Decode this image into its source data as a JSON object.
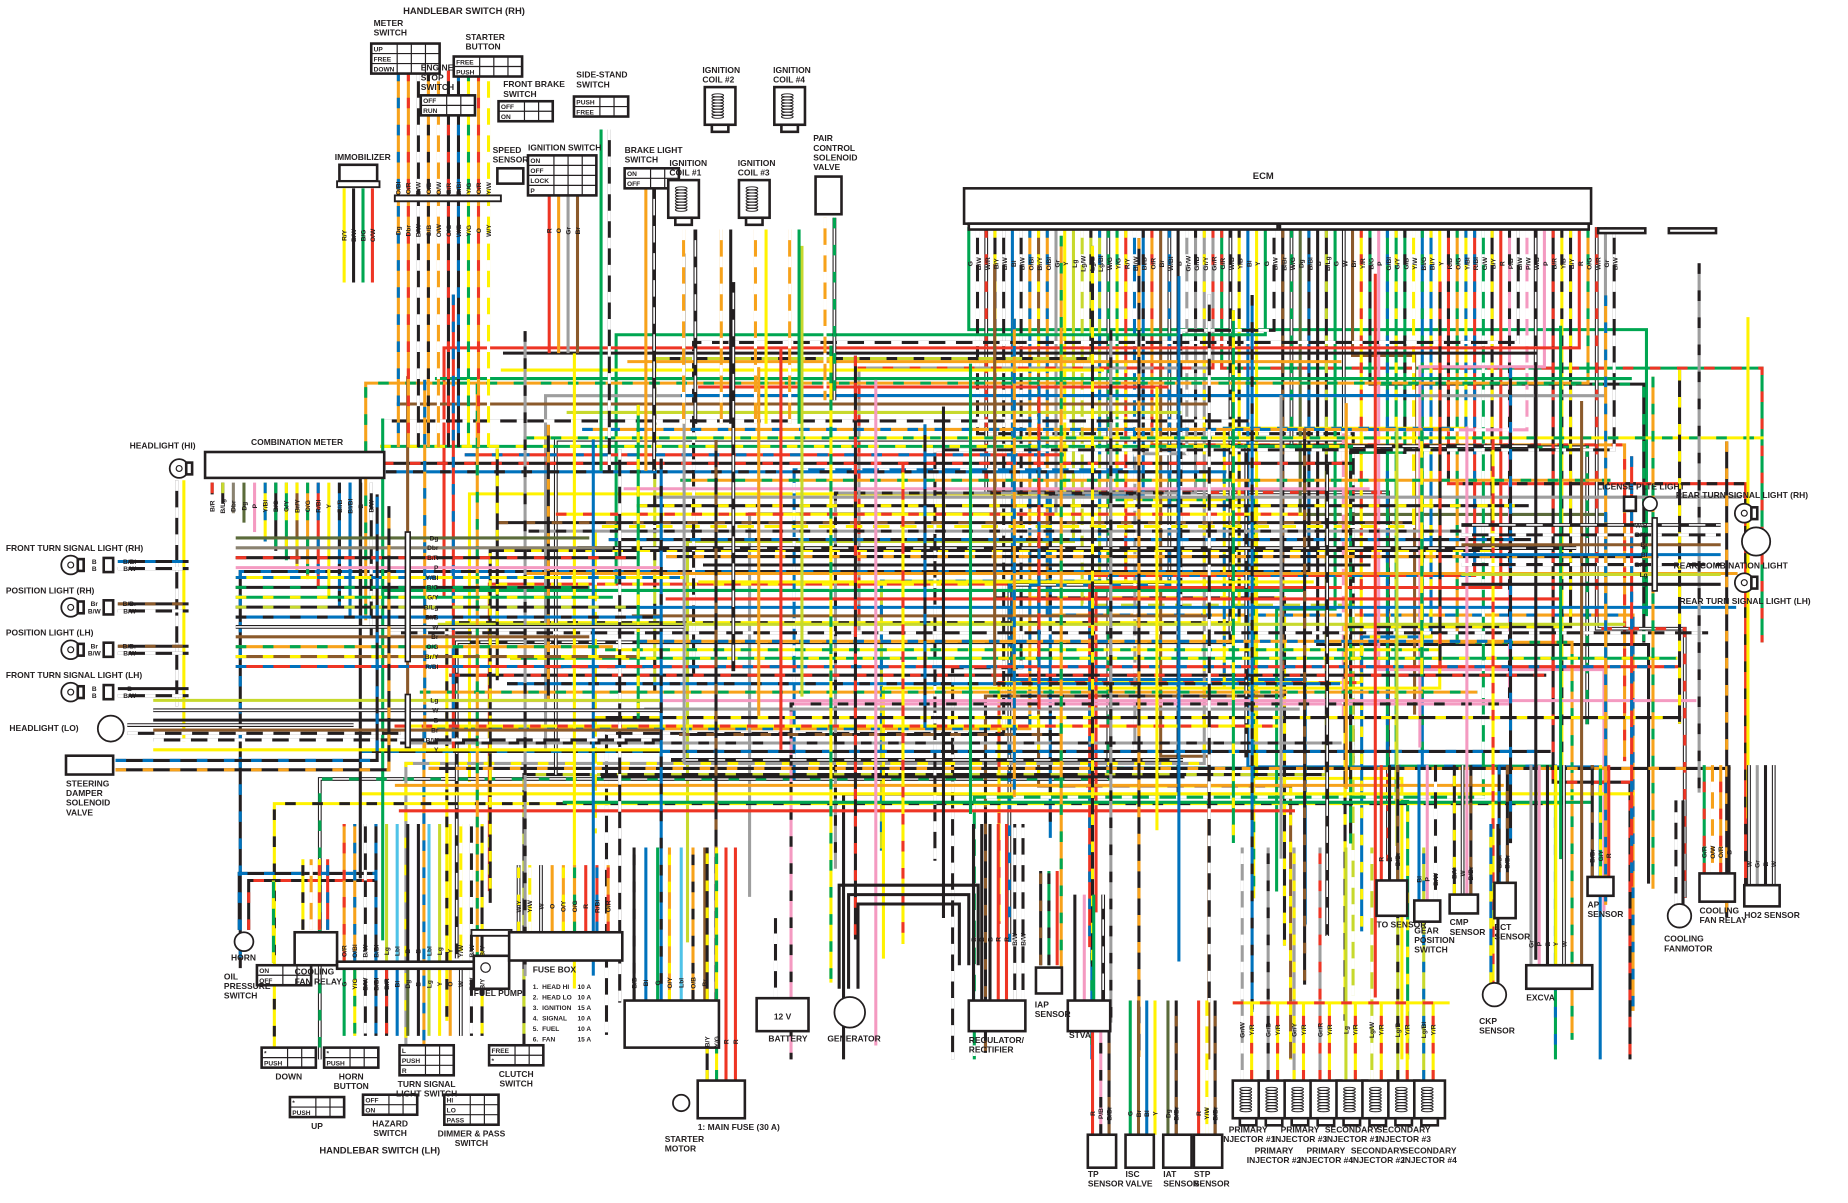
{
  "diagram": {
    "title": "Motorcycle Wiring Diagram",
    "wire_colors": {
      "B": "#231f20",
      "W": "#ffffff",
      "R": "#ee3524",
      "Y": "#fff200",
      "G": "#00a651",
      "Bl": "#0072bc",
      "O": "#f7a21b",
      "Br": "#8b5a2b",
      "Gr": "#9e9e9e",
      "Lg": "#c7d92d",
      "Lbl": "#4fc3e8",
      "P": "#f49ac1",
      "Dg": "#5b6b3a",
      "Dbr": "#8a8270"
    },
    "components": [
      {
        "id": "hb-rh",
        "label": "HANDLEBAR SWITCH (RH)"
      },
      {
        "id": "meter-switch",
        "label": "METER SWITCH",
        "rows": [
          "UP",
          "FREE",
          "DOWN"
        ]
      },
      {
        "id": "starter-button",
        "label": "STARTER BUTTON",
        "rows": [
          "FREE",
          "PUSH"
        ]
      },
      {
        "id": "engine-stop",
        "label": "ENGINE STOP SWITCH",
        "rows": [
          "OFF",
          "RUN"
        ]
      },
      {
        "id": "front-brake",
        "label": "FRONT BRAKE SWITCH",
        "rows": [
          "OFF",
          "ON"
        ]
      },
      {
        "id": "immobilizer",
        "label": "IMMOBILIZER"
      },
      {
        "id": "speed-sensor",
        "label": "SPEED SENSOR"
      },
      {
        "id": "ignition-switch",
        "label": "IGNITION SWITCH",
        "rows": [
          "ON",
          "OFF",
          "LOCK",
          "P"
        ]
      },
      {
        "id": "side-stand",
        "label": "SIDE-STAND SWITCH",
        "rows": [
          "PUSH",
          "FREE"
        ]
      },
      {
        "id": "brake-light-switch",
        "label": "BRAKE LIGHT SWITCH",
        "rows": [
          "ON",
          "OFF"
        ]
      },
      {
        "id": "ign-coil-1",
        "label": "IGNITION COIL #1"
      },
      {
        "id": "ign-coil-2",
        "label": "IGNITION COIL #2"
      },
      {
        "id": "ign-coil-3",
        "label": "IGNITION COIL #3"
      },
      {
        "id": "ign-coil-4",
        "label": "IGNITION COIL #4"
      },
      {
        "id": "pair-valve",
        "label": "PAIR CONTROL SOLENOID VALVE"
      },
      {
        "id": "ecm",
        "label": "ECM"
      },
      {
        "id": "headlight-hi",
        "label": "HEADLIGHT (HI)"
      },
      {
        "id": "combination-meter",
        "label": "COMBINATION METER"
      },
      {
        "id": "front-turn-rh",
        "label": "FRONT TURN SIGNAL LIGHT (RH)"
      },
      {
        "id": "position-rh",
        "label": "POSITION LIGHT (RH)"
      },
      {
        "id": "position-lh",
        "label": "POSITION LIGHT (LH)"
      },
      {
        "id": "front-turn-lh",
        "label": "FRONT TURN SIGNAL LIGHT (LH)"
      },
      {
        "id": "headlight-lo",
        "label": "HEADLIGHT (LO)"
      },
      {
        "id": "steering-damper",
        "label": "STEERING DAMPER SOLENOID VALVE"
      },
      {
        "id": "license-light",
        "label": "LICENSE PLTE LIGHT"
      },
      {
        "id": "rear-turn-rh",
        "label": "REAR TURN SIGNAL LIGHT (RH)"
      },
      {
        "id": "rear-combination",
        "label": "REAR COMBINATION LIGHT"
      },
      {
        "id": "rear-turn-lh",
        "label": "REAR TURN SIGNAL LIGHT (LH)"
      },
      {
        "id": "horn",
        "label": "HORN"
      },
      {
        "id": "oil-pressure",
        "label": "OIL PRESSURE SWITCH",
        "rows": [
          "ON",
          "OFF"
        ]
      },
      {
        "id": "cooling-relay-l",
        "label": "COOLING FAN RELAY"
      },
      {
        "id": "fuel-pump",
        "label": "FUEL PUMP"
      },
      {
        "id": "fuse-box",
        "label": "FUSE BOX"
      },
      {
        "id": "down-sw",
        "label": "DOWN",
        "rows": [
          "*",
          "PUSH"
        ]
      },
      {
        "id": "up-sw",
        "label": "UP",
        "rows": [
          "*",
          "PUSH"
        ]
      },
      {
        "id": "horn-button",
        "label": "HORN BUTTON",
        "rows": [
          "*",
          "PUSH"
        ]
      },
      {
        "id": "hazard",
        "label": "HAZARD SWITCH",
        "rows": [
          "OFF",
          "ON"
        ]
      },
      {
        "id": "turn-signal-switch",
        "label": "TURN SIGNAL LIGHT SWITCH",
        "rows": [
          "L",
          "PUSH",
          "R"
        ]
      },
      {
        "id": "dimmer",
        "label": "DIMMER & PASS SWITCH",
        "rows": [
          "HI",
          "LO",
          "PASS"
        ]
      },
      {
        "id": "clutch",
        "label": "CLUTCH SWITCH",
        "rows": [
          "FREE",
          "*"
        ]
      },
      {
        "id": "hb-lh",
        "label": "HANDLEBAR SWITCH (LH)"
      },
      {
        "id": "starter-motor",
        "label": "STARTER MOTOR"
      },
      {
        "id": "main-fuse",
        "label": "1: MAIN FUSE (30 A)"
      },
      {
        "id": "battery",
        "label": "BATTERY",
        "value": "12 V"
      },
      {
        "id": "generator",
        "label": "GENERATOR"
      },
      {
        "id": "regulator",
        "label": "REGULATOR/ RECTIFIER"
      },
      {
        "id": "iap",
        "label": "IAP SENSOR"
      },
      {
        "id": "stva",
        "label": "STVA"
      },
      {
        "id": "tp",
        "label": "TP SENSOR"
      },
      {
        "id": "isc",
        "label": "ISC VALVE"
      },
      {
        "id": "iat",
        "label": "IAT SENSOR"
      },
      {
        "id": "stp",
        "label": "STP SENSOR"
      },
      {
        "id": "inj-p1",
        "label": "PRIMARY INJECTOR #1"
      },
      {
        "id": "inj-p2",
        "label": "PRIMARY INJECTOR #2"
      },
      {
        "id": "inj-p3",
        "label": "PRIMARY INJECTOR #3"
      },
      {
        "id": "inj-p4",
        "label": "PRIMARY INJECTOR #4"
      },
      {
        "id": "inj-s1",
        "label": "SECONDARY INJECTOR #1"
      },
      {
        "id": "inj-s2",
        "label": "SECONDARY INJECTOR #2"
      },
      {
        "id": "inj-s3",
        "label": "SECONDARY INJECTOR #3"
      },
      {
        "id": "inj-s4",
        "label": "SECONDARY INJECTOR #4"
      },
      {
        "id": "to-sensor",
        "label": "TO SENSOR"
      },
      {
        "id": "gear-pos",
        "label": "GEAR POSITION SWITCH"
      },
      {
        "id": "cmp",
        "label": "CMP SENSOR"
      },
      {
        "id": "ckp",
        "label": "CKP SENSOR"
      },
      {
        "id": "ect",
        "label": "ECT SENSOR"
      },
      {
        "id": "excva",
        "label": "EXCVA"
      },
      {
        "id": "ap",
        "label": "AP SENSOR"
      },
      {
        "id": "cooling-motor",
        "label": "COOLING FANMOTOR"
      },
      {
        "id": "cooling-relay-r",
        "label": "COOLING FAN RELAY"
      },
      {
        "id": "ho2",
        "label": "HO2 SENSOR"
      }
    ],
    "fuse_list": [
      {
        "no": "1.",
        "name": "HEAD HI",
        "rating": "10 A"
      },
      {
        "no": "2.",
        "name": "HEAD LO",
        "rating": "10 A"
      },
      {
        "no": "3.",
        "name": "IGNITION",
        "rating": "15 A"
      },
      {
        "no": "4.",
        "name": "SIGNAL",
        "rating": "10 A"
      },
      {
        "no": "5.",
        "name": "FUEL",
        "rating": "10 A"
      },
      {
        "no": "6.",
        "name": "FAN",
        "rating": "15 A"
      }
    ],
    "ecm_pins": [
      "G",
      "B/W",
      "W/R",
      "B/Y",
      "B/W",
      "Bl",
      "B/W",
      "O/Bl",
      "Br/Y",
      "O/Bl",
      "Gr",
      "Y",
      "Lg",
      "Lg/W",
      "Lg/B",
      "Lg/Bl",
      "W/G",
      "Y/G",
      "R/Y",
      "Bl/W",
      "Bl/B",
      "O/R",
      "Br",
      "W/Bl",
      "B",
      "Gr/W",
      "Gr/B",
      "Gr/Y",
      "Gr/R",
      "G/R",
      "W/B",
      "Y/B",
      "Bl",
      "Y",
      "G",
      "B/W",
      "B/Br",
      "W/G",
      "Dg",
      "B/Bl",
      "B",
      "B/Lg",
      "G",
      "W",
      "Br",
      "Y/R",
      "B/G",
      "P",
      "G/Bl",
      "G/Y",
      "G/B",
      "Y/W",
      "Bl/G",
      "Bl/Y",
      "Y",
      "R/B",
      "O/G",
      "Y/Bl",
      "R/Bl",
      "G/W",
      "B/Y",
      "R",
      "P/B",
      "B/W",
      "P/W",
      "W/B",
      "P",
      "B/R",
      "Y/B",
      "B/Y",
      "R",
      "O/G",
      "W/R",
      "Gr",
      "B/W"
    ],
    "meter_pins": [
      "B/R",
      "B/Lg",
      "Dbr",
      "Dg",
      "P",
      "Y/Bl",
      "B/G",
      "G/Y",
      "Br/Y",
      "O/G",
      "R/Bl",
      "Y",
      "Bl/B",
      "Bl/Bl",
      "B",
      "B/W"
    ],
    "meter_bus_left": [
      "Dg",
      "Dbr",
      "B/R",
      "P",
      "Y/Bl",
      "B/G",
      "G/Y",
      "B/Lg",
      "Bl/B",
      "W",
      "Br",
      "O/G",
      "Br/Y",
      "R/Bl"
    ],
    "front_bus": [
      "Lg",
      "W",
      "B",
      "Br",
      "B/W",
      "Y"
    ],
    "rear_bus": [
      "W/B",
      "B/W",
      "Br",
      "Bl",
      "B/W",
      "Lg",
      "B"
    ],
    "light_pins": {
      "front_turn_rh": [
        "B",
        "B",
        "B/Bl",
        "B/W"
      ],
      "position_rh": [
        "Br",
        "B/W",
        "B/Br",
        "B/W"
      ],
      "position_lh": [
        "Br",
        "B/W",
        "B/Br",
        "B/W"
      ],
      "front_turn_lh": [
        "B",
        "B",
        "B",
        "B/W"
      ],
      "headlight_lo": [
        "W",
        "B/W"
      ],
      "steering_damper": [
        "B/Bl",
        "B/O"
      ],
      "headlight_hi": [
        "B/W",
        "Y"
      ],
      "license": [
        "Br",
        "Bl",
        "Gr",
        "B"
      ],
      "rear_turn_rh": [
        "Lg",
        "B/W",
        "B",
        "B/W"
      ],
      "rear_comb": [
        "Br",
        "B/Bl",
        "W/B",
        "Br",
        "B/W",
        "W/B"
      ],
      "rear_turn_lh": [
        "B",
        "B/W",
        "B",
        "B/W"
      ]
    },
    "hb_rh_pins_top": [
      "O/Bl",
      "O/R",
      "B/W",
      "O/B",
      "O/W",
      "B/R",
      "B/Bl",
      "Y/G",
      "O/R",
      "Y/W"
    ],
    "hb_rh_pins_bottom": [
      "Dg",
      "Dbr",
      "B/W",
      "O/B",
      "O/W",
      "O/G",
      "W/B",
      "Y/G",
      "O",
      "W/Y"
    ],
    "immobilizer_pins": [
      "Y",
      "B",
      "G",
      "R"
    ],
    "immobilizer_pins_bottom": [
      "R/Y",
      "B/W",
      "B/G",
      "O/W"
    ],
    "ignition_pins": [
      "R",
      "O",
      "Gr",
      "Br"
    ],
    "hb_lh_pins_top": [
      "O/R",
      "O/Bl",
      "B/W",
      "B/Bl",
      "Lg",
      "Lbl",
      "B",
      "B",
      "Lbl",
      "Lg",
      "Y",
      "Y/W",
      "B/W",
      "B/Y"
    ],
    "hb_lh_pins_bottom": [
      "G",
      "Y/G",
      "B/W",
      "B/Bl",
      "B/R",
      "Bl",
      "Dg",
      "B",
      "Lg",
      "Y",
      "O",
      "W",
      "B/W",
      "B/Y"
    ],
    "fuse_box_pins": [
      "W/Y",
      "Y/W",
      "W",
      "O",
      "O/Y",
      "O/G",
      "R",
      "R/Bl",
      "O/R"
    ],
    "starter_relay_pins": [
      "B/B",
      "Bl",
      "G",
      "O/Y",
      "Lbl",
      "O/B",
      "Br"
    ],
    "main_fuse_pins": [
      "B/Y",
      "Y/G",
      "R",
      "R"
    ],
    "battery_pins": [
      "B/W",
      "B/W"
    ],
    "generator_pins": [
      "B",
      "B",
      "B",
      "W",
      "W",
      "W"
    ],
    "regulator_pins": [
      "B",
      "B",
      "B",
      "R",
      "R",
      "B/W",
      "B/W"
    ],
    "sensor_pins": {
      "iap": [
        "B/Br",
        "G/B",
        "R"
      ],
      "stva": [
        "B",
        "P",
        "G",
        "W/B"
      ],
      "tp": [
        "R",
        "P/B",
        "B/Br"
      ],
      "isc": [
        "G",
        "Br",
        "Bl",
        "Y"
      ],
      "iat": [
        "Dg",
        "B/Br"
      ],
      "stp": [
        "R",
        "Y/W",
        "B/Br"
      ],
      "injectors": [
        "Gr/W",
        "Y/R",
        "Gr/B",
        "Y/R",
        "Gr/Y",
        "Y/R",
        "Gr/R",
        "Y/R",
        "Lg",
        "Y/R",
        "Lg/W",
        "Y/R",
        "Lg/B",
        "Y/R",
        "Lg/Bl",
        "Y/R"
      ],
      "to": [
        "R",
        "B",
        "B/Br"
      ],
      "gear": [
        "Bl",
        "P",
        "B/W"
      ],
      "cmp": [
        "B/Y",
        "W",
        "B/Br"
      ],
      "ckp": [
        "Bl/Y",
        "B"
      ],
      "ect": [
        "B/Bl",
        "B/Br"
      ],
      "excva": [
        "Gr",
        "P",
        "B",
        "Y",
        "W"
      ],
      "ap": [
        "B/Br",
        "G/Y",
        "R"
      ],
      "cooling_motor": [
        "B/W",
        "B"
      ],
      "cooling_relay": [
        "G/R",
        "O/W",
        "O/R",
        "B"
      ],
      "ho2": [
        "W",
        "Gr",
        "B",
        "W"
      ]
    }
  }
}
